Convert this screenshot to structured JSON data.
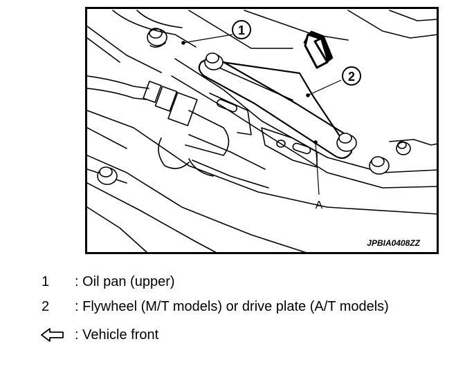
{
  "diagram": {
    "callouts": [
      {
        "id": "callout-1",
        "label": "1"
      },
      {
        "id": "callout-2",
        "label": "2"
      }
    ],
    "point_label": "A",
    "image_code": "JPBIA0408ZZ"
  },
  "legend": [
    {
      "key": "1",
      "text": ": Oil pan (upper)"
    },
    {
      "key": "2",
      "text": ": Flywheel (M/T models) or drive plate (A/T models)"
    },
    {
      "key_icon": "hollow-left-arrow-icon",
      "text": ": Vehicle front"
    }
  ]
}
